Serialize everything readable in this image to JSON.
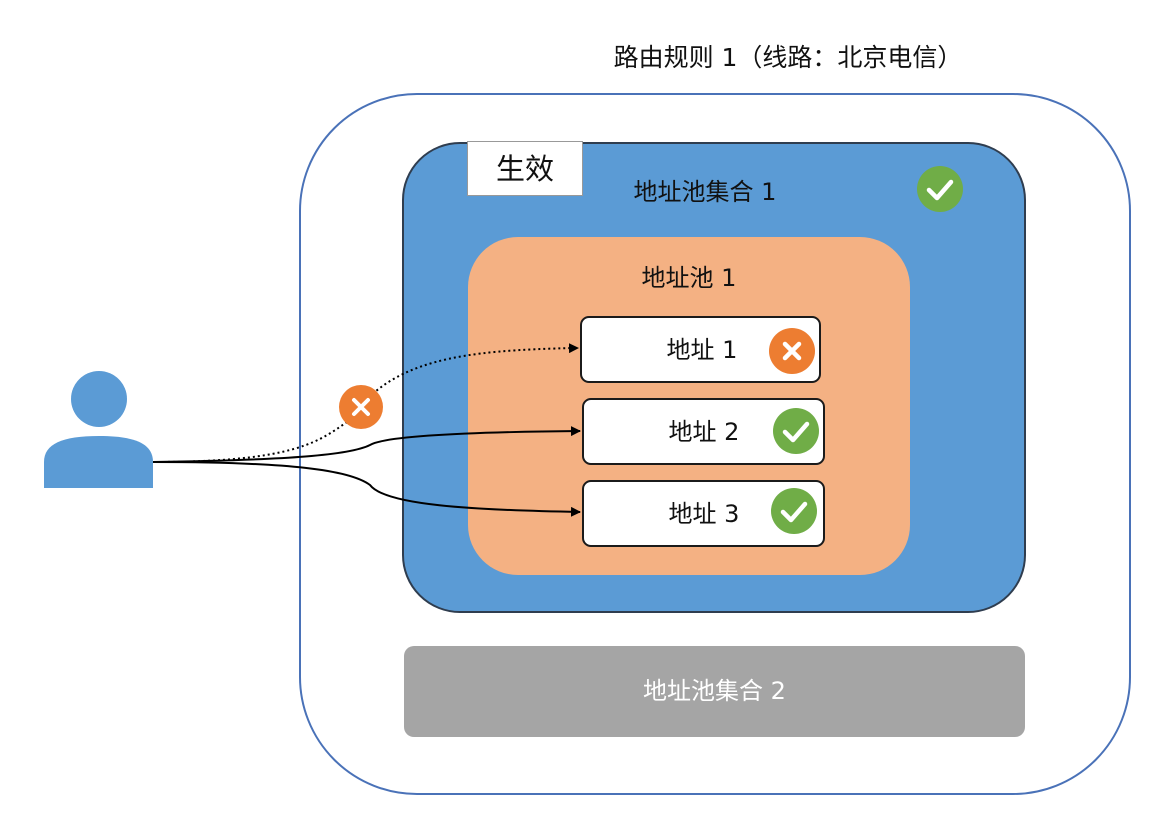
{
  "rule": {
    "title": "路由规则 1（线路：北京电信）"
  },
  "set1": {
    "label": "地址池集合 1",
    "effect_tag": "生效",
    "status_icon": "check-icon"
  },
  "pool1": {
    "label": "地址池 1",
    "addresses": [
      {
        "label": "地址 1",
        "status": "unavailable",
        "status_icon": "cross-icon"
      },
      {
        "label": "地址 2",
        "status": "available",
        "status_icon": "check-icon"
      },
      {
        "label": "地址 3",
        "status": "available",
        "status_icon": "check-icon"
      }
    ]
  },
  "set2": {
    "label": "地址池集合 2"
  },
  "user": {
    "icon": "user-icon"
  },
  "colors": {
    "rule_border": "#4a72b8",
    "set_active": "#5b9bd5",
    "pool": "#f4b183",
    "set_inactive": "#a5a5a5",
    "ok": "#70ad47",
    "error": "#ed7d31"
  }
}
